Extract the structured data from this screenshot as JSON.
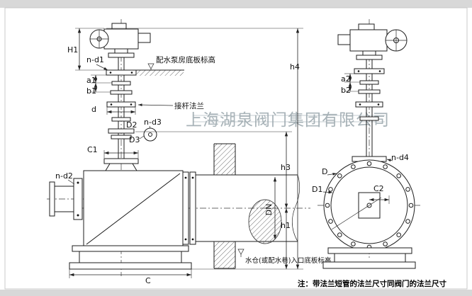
{
  "watermark": "上海湖泉阀门集团有限公司",
  "note": "注：带法兰短管的法兰尺寸同阀门的法兰尺寸",
  "annotations": {
    "pump_room_floor_level": "配水泵房底板标高",
    "stem_extension_flange": "接杆法兰",
    "sump_inlet_floor_level": "水仓(或配水巷)入口底板标高"
  },
  "dims": {
    "H1": "H1",
    "n-d1": "n-d1",
    "a1": "a1",
    "b1": "b1",
    "d": "d",
    "D2": "D2",
    "n-d3": "n-d3",
    "D3": "D3",
    "C1": "C1",
    "n-d2": "n-d2",
    "C": "C",
    "DN": "DN",
    "h1": "h1",
    "h3": "h3",
    "h4": "h4",
    "a2": "a2",
    "b2": "b2",
    "n-d4": "n-d4",
    "D": "D",
    "D1": "D1",
    "C2": "C2"
  },
  "colors": {
    "line": "#1c1c1c",
    "watermark": "#9aa6ac",
    "band": "#d8d8d8"
  }
}
